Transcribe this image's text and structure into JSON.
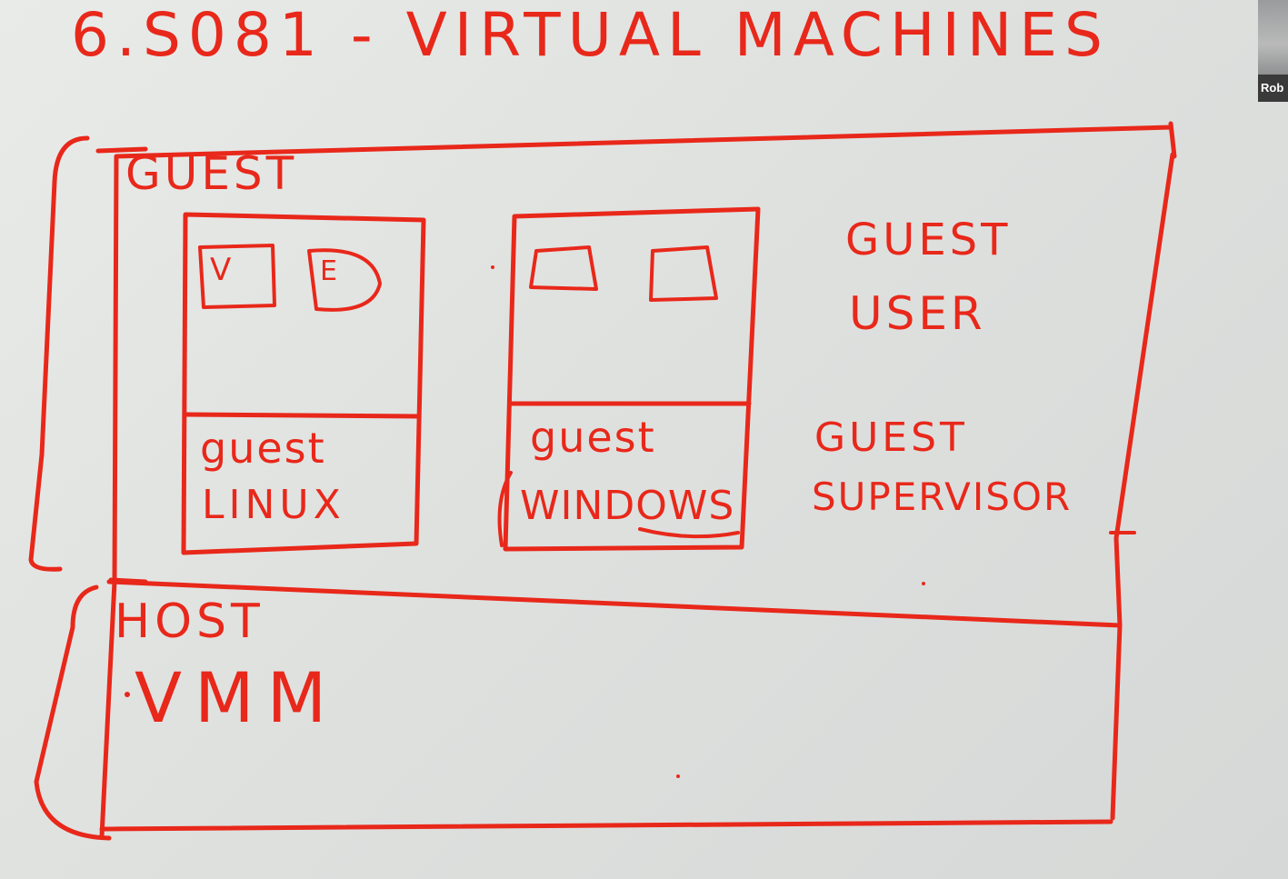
{
  "title": "6.S081 - VIRTUAL MACHINES",
  "guest": {
    "label": "GUEST",
    "linux_box": {
      "process_1": "V",
      "process_2": "Е",
      "os_line_1": "guest",
      "os_line_2": "LINUX"
    },
    "windows_box": {
      "os_line_1": "guest",
      "os_line_2": "WINDOWS"
    },
    "user_mode_line_1": "GUEST",
    "user_mode_line_2": "USER",
    "supervisor_mode_line_1": "GUEST",
    "supervisor_mode_line_2": "SUPERVISOR"
  },
  "host": {
    "label": "HOST",
    "vmm_label": "VMM"
  },
  "participant": {
    "name": "Rob"
  },
  "colors": {
    "ink": "#e8281a",
    "board": "#e2e4e2"
  }
}
